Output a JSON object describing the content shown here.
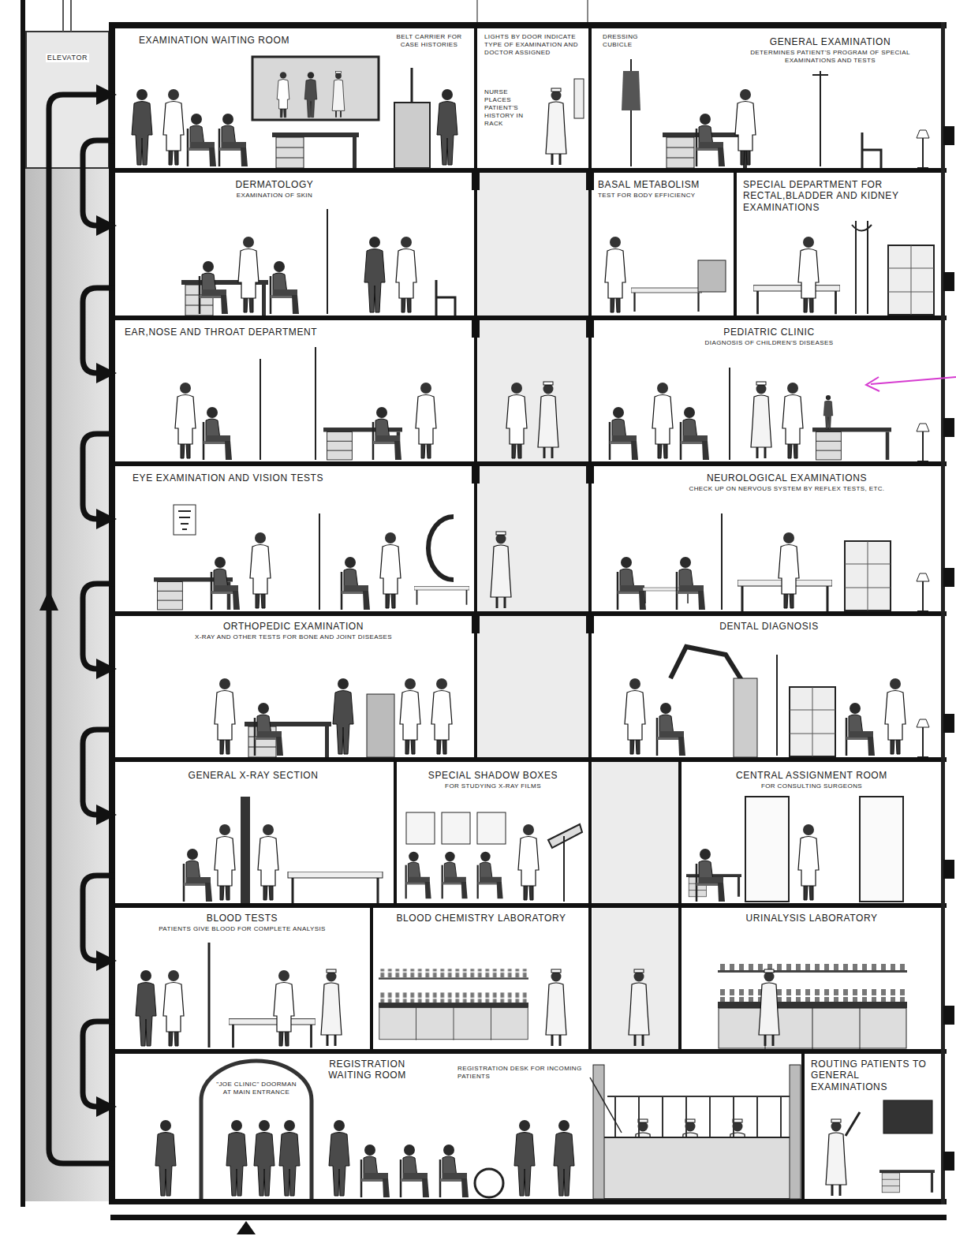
{
  "diagram": {
    "nodes": [
      {
        "text": [
          "ELEVATOR"
        ]
      },
      {
        "text": [
          "EXAMINATION WAITING ROOM"
        ]
      },
      {
        "text": [
          "GENERAL EXAMINATION",
          "DETERMINES PATIENT'S PROGRAM OF SPECIAL EXAMINATIONS AND TESTS"
        ]
      },
      {
        "text": [
          "DERMATOLOGY",
          "EXAMINATION OF SKIN"
        ]
      },
      {
        "text": [
          "BASAL METABOLISM",
          "TEST FOR BODY EFFICIENCY"
        ]
      },
      {
        "text": [
          "SPECIAL DEPARTMENT FOR RECTAL,BLADDER AND KIDNEY EXAMINATIONS"
        ]
      },
      {
        "text": [
          "EAR,NOSE AND THROAT DEPARTMENT"
        ]
      },
      {
        "text": [
          "PEDIATRIC CLINIC",
          "DIAGNOSIS OF CHILDREN'S DISEASES"
        ]
      },
      {
        "text": [
          "EYE EXAMINATION AND VISION TESTS"
        ]
      },
      {
        "text": [
          "NEUROLOGICAL EXAMINATIONS",
          "CHECK UP ON NERVOUS SYSTEM BY REFLEX TESTS, ETC."
        ]
      },
      {
        "text": [
          "ORTHOPEDIC EXAMINATION",
          "X-RAY AND OTHER TESTS FOR BONE AND JOINT DISEASES"
        ]
      },
      {
        "text": [
          "DENTAL DIAGNOSIS"
        ]
      },
      {
        "text": [
          "GENERAL X-RAY SECTION"
        ]
      },
      {
        "text": [
          "SPECIAL SHADOW BOXES",
          "FOR STUDYING X-RAY FILMS"
        ]
      },
      {
        "text": [
          "CENTRAL ASSIGNMENT ROOM",
          "FOR CONSULTING SURGEONS"
        ]
      },
      {
        "text": [
          "BLOOD TESTS",
          "PATIENTS GIVE BLOOD FOR COMPLETE ANALYSIS"
        ]
      },
      {
        "text": [
          "BLOOD CHEMISTRY LABORATORY"
        ]
      },
      {
        "text": [
          "URINALYSIS LABORATORY"
        ]
      },
      {
        "text": [
          "REGISTRATION WAITING ROOM"
        ]
      },
      {
        "text": [
          "ROUTING PATIENTS TO GENERAL EXAMINATIONS"
        ]
      }
    ],
    "edges": [
      {
        "from": 1,
        "to": 3,
        "arrow": "to"
      },
      {
        "from": 3,
        "to": 6,
        "arrow": "to"
      },
      {
        "from": 6,
        "to": 8,
        "arrow": "to"
      },
      {
        "from": 8,
        "to": 10,
        "arrow": "to"
      },
      {
        "from": 10,
        "to": 12,
        "arrow": "to"
      },
      {
        "from": 12,
        "to": 15,
        "arrow": "to"
      },
      {
        "from": 15,
        "to": 18,
        "arrow": "to"
      },
      {
        "from": 18,
        "to": 1,
        "arrow": "to"
      }
    ],
    "labels": [
      "BELT CARRIER FOR CASE HISTORIES",
      "LIGHTS BY DOOR INDICATE TYPE OF EXAMINATION AND DOCTOR ASSIGNED",
      "NURSE PLACES PATIENT'S HISTORY IN RACK",
      "DRESSING CUBICLE",
      "\"JOE CLINIC\" DOORMAN AT MAIN ENTRANCE",
      "REGISTRATION DESK FOR INCOMING PATIENTS"
    ]
  }
}
